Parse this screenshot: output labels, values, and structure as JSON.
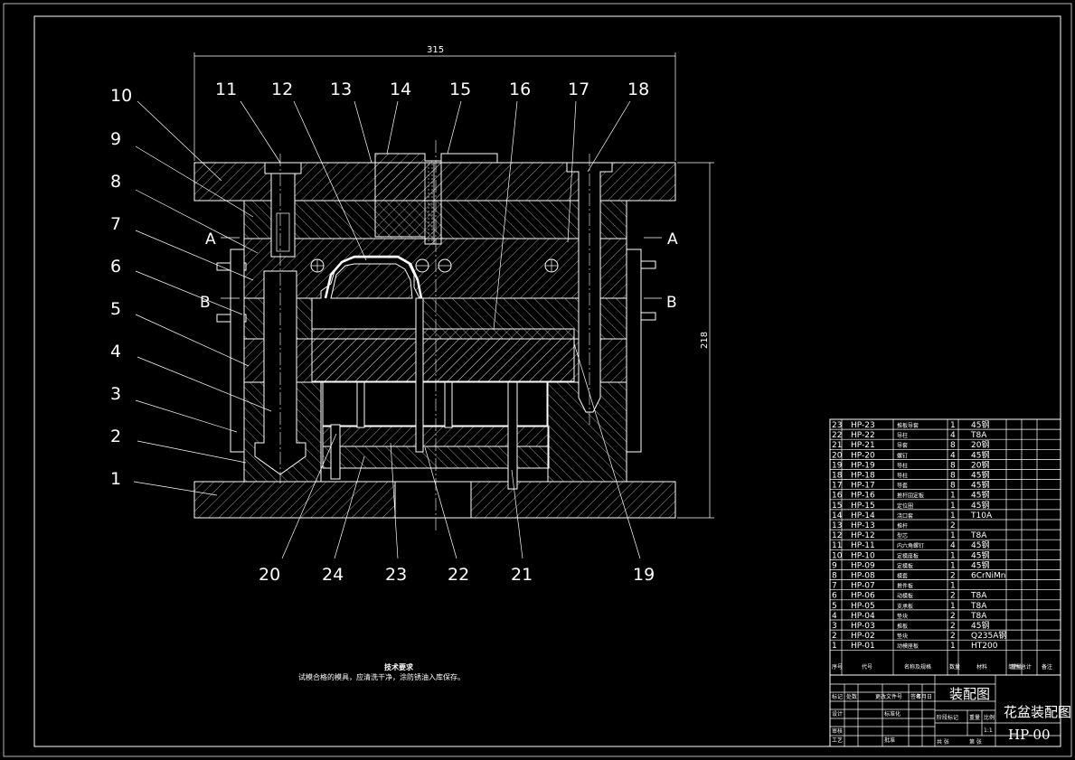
{
  "drawing": {
    "overall_width_dim": "315",
    "overall_height_dim": "218",
    "section_labels": {
      "a_left": "A",
      "a_right": "A",
      "b_left": "B",
      "b_right": "B"
    },
    "balloons_left": [
      "10",
      "9",
      "8",
      "7",
      "6",
      "5",
      "4",
      "3",
      "2",
      "1"
    ],
    "balloons_top": [
      "11",
      "12",
      "13",
      "14",
      "15",
      "16",
      "17",
      "18"
    ],
    "balloons_bottom": [
      "20",
      "24",
      "23",
      "22",
      "21",
      "19"
    ]
  },
  "notes": {
    "title": "技术要求",
    "text": "试模合格的模具，应清洗干净，涂防锈油入库保存。"
  },
  "bom": {
    "rows": [
      {
        "no": "23",
        "code": "HP-23",
        "name": "推板导套",
        "qty": "1",
        "material": "45钢"
      },
      {
        "no": "22",
        "code": "HP-22",
        "name": "导柱",
        "qty": "4",
        "material": "T8A"
      },
      {
        "no": "21",
        "code": "HP-21",
        "name": "导套",
        "qty": "8",
        "material": "20钢"
      },
      {
        "no": "20",
        "code": "HP-20",
        "name": "螺钉",
        "qty": "4",
        "material": "45钢"
      },
      {
        "no": "19",
        "code": "HP-19",
        "name": "导柱",
        "qty": "8",
        "material": "20钢"
      },
      {
        "no": "18",
        "code": "HP-18",
        "name": "导柱",
        "qty": "8",
        "material": "45钢"
      },
      {
        "no": "17",
        "code": "HP-17",
        "name": "导套",
        "qty": "8",
        "material": "45钢"
      },
      {
        "no": "16",
        "code": "HP-16",
        "name": "推杆固定板",
        "qty": "1",
        "material": "45钢"
      },
      {
        "no": "15",
        "code": "HP-15",
        "name": "定位圈",
        "qty": "1",
        "material": "45钢"
      },
      {
        "no": "14",
        "code": "HP-14",
        "name": "浇口套",
        "qty": "1",
        "material": "T10A"
      },
      {
        "no": "13",
        "code": "HP-13",
        "name": "推杆",
        "qty": "2",
        "material": ""
      },
      {
        "no": "12",
        "code": "HP-12",
        "name": "型芯",
        "qty": "1",
        "material": "T8A"
      },
      {
        "no": "11",
        "code": "HP-11",
        "name": "内六角螺钉",
        "qty": "4",
        "material": "45钢"
      },
      {
        "no": "10",
        "code": "HP-10",
        "name": "定模座板",
        "qty": "1",
        "material": "45钢"
      },
      {
        "no": "9",
        "code": "HP-09",
        "name": "定模板",
        "qty": "1",
        "material": "45钢"
      },
      {
        "no": "8",
        "code": "HP-08",
        "name": "模套",
        "qty": "2",
        "material": "6CrNiMn"
      },
      {
        "no": "7",
        "code": "HP-07",
        "name": "推件板",
        "qty": "1",
        "material": ""
      },
      {
        "no": "6",
        "code": "HP-06",
        "name": "动模板",
        "qty": "2",
        "material": "T8A"
      },
      {
        "no": "5",
        "code": "HP-05",
        "name": "支承板",
        "qty": "1",
        "material": "T8A"
      },
      {
        "no": "4",
        "code": "HP-04",
        "name": "垫块",
        "qty": "2",
        "material": "T8A"
      },
      {
        "no": "3",
        "code": "HP-03",
        "name": "推板",
        "qty": "2",
        "material": "45钢"
      },
      {
        "no": "2",
        "code": "HP-02",
        "name": "垫块",
        "qty": "2",
        "material": "Q235A钢"
      },
      {
        "no": "1",
        "code": "HP-01",
        "name": "动模座板",
        "qty": "1",
        "material": "HT200"
      }
    ],
    "headers": {
      "no": "序号",
      "code": "代号",
      "name": "名称及规格",
      "qty": "数量",
      "material": "材料",
      "weight": "单件 总计",
      "mass": "重量",
      "remark": "备注"
    }
  },
  "title_block": {
    "drawing_name": "装配图",
    "assembly_name": "花盆装配图",
    "drawing_no": "HP-00",
    "scale": "1:1",
    "labels": {
      "mark": "标记",
      "count": "处数",
      "change": "更改文件号",
      "sign": "签名",
      "date": "年月日",
      "design": "设计",
      "standard": "标准化",
      "check": "审核",
      "process": "工艺",
      "approve": "批准",
      "stage": "阶段标记",
      "weight": "重量",
      "ratio": "比例",
      "sheets": "共 张",
      "sheet": "第 张"
    }
  }
}
